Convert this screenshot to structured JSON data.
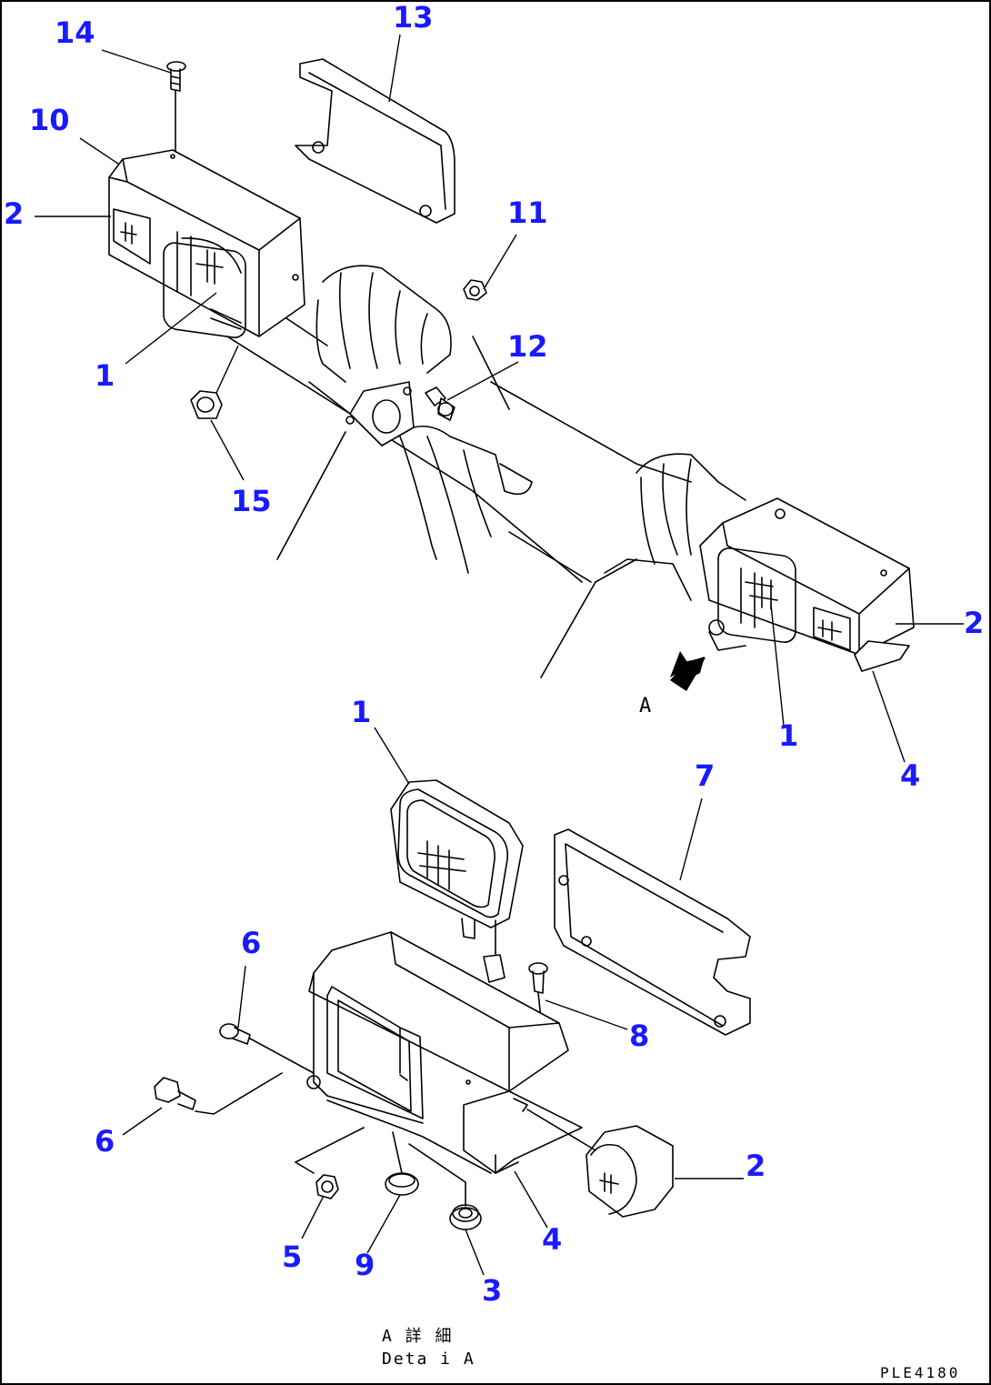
{
  "callouts": {
    "c14": "14",
    "c13": "13",
    "c10": "10",
    "c2a": "2",
    "c11": "11",
    "c1a": "1",
    "c12": "12",
    "c15": "15",
    "c2b": "2",
    "c1b": "1",
    "c4a": "4",
    "c1c": "1",
    "c7": "7",
    "c6a": "6",
    "c8": "8",
    "c6b": "6",
    "c2c": "2",
    "c5": "5",
    "c9": "9",
    "c4b": "4",
    "c3": "3"
  },
  "view_marker": "A",
  "detail_caption": {
    "line1": "A 詳 細",
    "line2": "Deta i A"
  },
  "drawing_code": "PLE4180",
  "colors": {
    "callout": "#1a1aff",
    "line": "#000000"
  }
}
